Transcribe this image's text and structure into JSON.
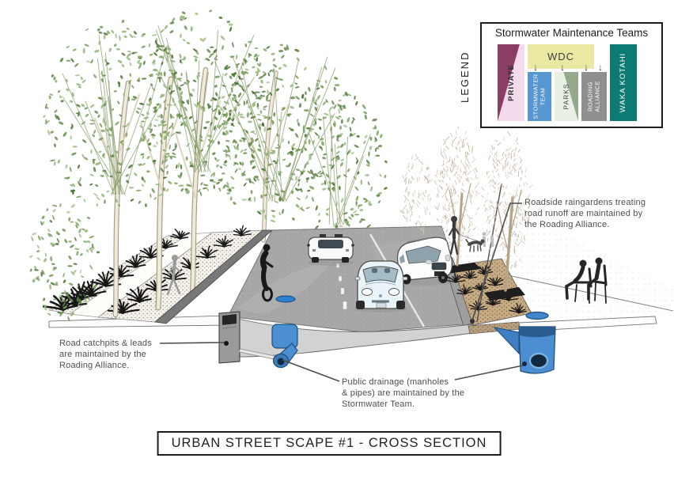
{
  "title": "URBAN STREET SCAPE #1 - CROSS SECTION",
  "legend": {
    "label": "LEGEND",
    "title": "Stormwater Maintenance Teams",
    "arrow_glyph": "↓",
    "items": [
      {
        "id": "private",
        "label": "PRIVATE",
        "color": "#8b3d63",
        "color2": "#f3dbeb"
      },
      {
        "id": "wdc",
        "label": "WDC",
        "color": "#e9e9a3"
      },
      {
        "id": "stormwater-team",
        "label": "STORMWATER\nTEAM",
        "color": "#5696d1"
      },
      {
        "id": "parks",
        "label": "PARKS",
        "color": "#95aa8c",
        "color2": "#e9f0e5"
      },
      {
        "id": "roading-alliance",
        "label": "ROADING\nALLIANCE",
        "color": "#8f8f8f"
      },
      {
        "id": "waka-kotahi",
        "label": "WAKA KOTAHI",
        "color": "#0d7a74"
      }
    ]
  },
  "annotations": {
    "raingardens": "Roadside raingardens treating\nroad runoff are maintained by\nthe Roading Alliance.",
    "catchpits": "Road catchpits & leads\nare maintained by the\nRoading Alliance.",
    "drainage": "Public drainage (manholes\n& pipes) are maintained by the\nStormwater Team."
  },
  "scene": {
    "pipe_blue": "#4b8fd2",
    "pipe_dark": "#1f4e79",
    "road_gray": "#a8a8a8",
    "slab_gray": "#d2d2d2",
    "foliage_green": "#6d9350",
    "raingarden_bed_tan": "#c9ad85",
    "plant_silhouette": "#161616"
  }
}
